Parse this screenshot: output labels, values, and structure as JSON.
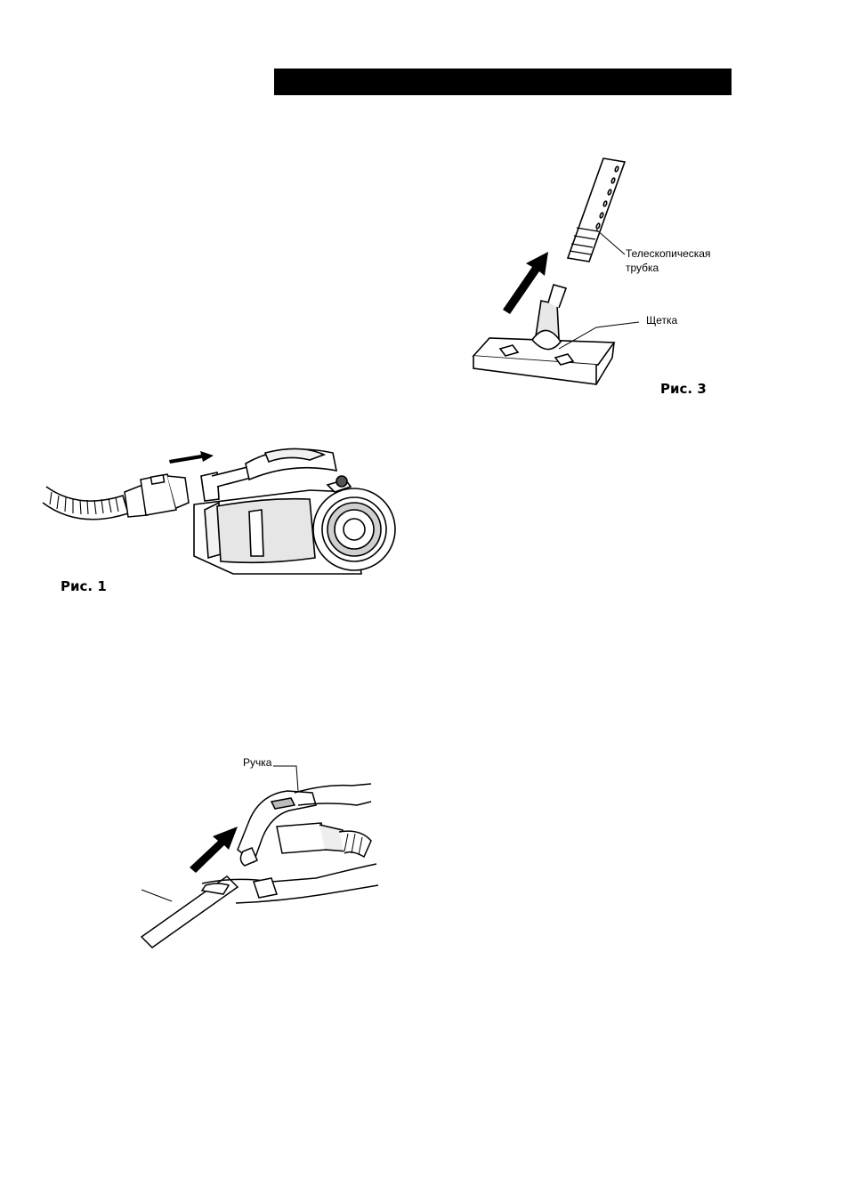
{
  "figures": {
    "fig1": {
      "caption": "Рис. 1"
    },
    "fig2": {
      "labels": {
        "handle": "Ручка"
      }
    },
    "fig3": {
      "caption": "Рис. 3",
      "labels": {
        "tube_line1": "Телескопическая",
        "tube_line2": "трубка",
        "brush": "Щетка"
      }
    }
  },
  "colors": {
    "ink": "#000000",
    "paper": "#ffffff",
    "shade": "#cfcfcf"
  }
}
